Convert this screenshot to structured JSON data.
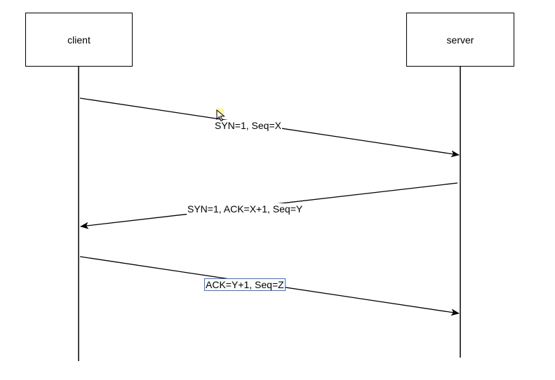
{
  "diagram": {
    "participants": [
      {
        "id": "client",
        "label": "client"
      },
      {
        "id": "server",
        "label": "server"
      }
    ],
    "messages": [
      {
        "from": "client",
        "to": "server",
        "label": "SYN=1, Seq=X"
      },
      {
        "from": "server",
        "to": "client",
        "label": "SYN=1, ACK=X+1, Seq=Y"
      },
      {
        "from": "client",
        "to": "server",
        "label": "ACK=Y+1, Seq=Z",
        "selected": true
      }
    ]
  },
  "colors": {
    "line": "#000000",
    "selection": "#3b6fd8",
    "cursor_highlight": "#fff050"
  },
  "icons": {
    "pointer": "mouse-pointer-icon"
  }
}
